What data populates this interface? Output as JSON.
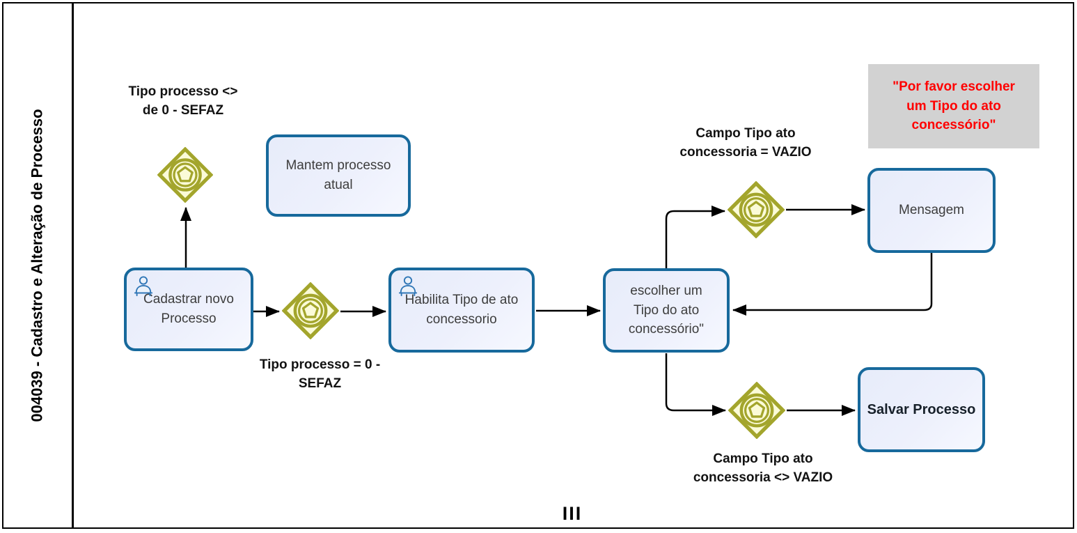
{
  "lane": {
    "title": "004039 - Cadastro e Alteração de Processo"
  },
  "pool": {
    "marker": "III"
  },
  "nodes": {
    "mantem": {
      "label": "Mantem processo atual"
    },
    "cadastrar": {
      "label": "Cadastrar novo Processo",
      "icon": "user-icon"
    },
    "habilita": {
      "label": "Habilita Tipo de ato concessorio",
      "icon": "user-icon"
    },
    "escolher": {
      "label": "escolher um Tipo do ato concessório\""
    },
    "mensagem": {
      "label": "Mensagem"
    },
    "salvar": {
      "label": "Salvar Processo"
    }
  },
  "gateways": [
    {
      "id": "gw1",
      "icon": "event-gateway-icon"
    },
    {
      "id": "gw2",
      "icon": "event-gateway-icon"
    },
    {
      "id": "gw3",
      "icon": "event-gateway-icon"
    },
    {
      "id": "gw4",
      "icon": "event-gateway-icon"
    }
  ],
  "edge_labels": {
    "gw1": [
      "Tipo processo <>",
      "de 0 - SEFAZ"
    ],
    "gw2": [
      "Tipo processo  = 0 -",
      "SEFAZ"
    ],
    "gw3": [
      "Campo Tipo ato",
      "concessoria = VAZIO"
    ],
    "gw4": [
      "Campo Tipo ato",
      "concessoria <> VAZIO"
    ]
  },
  "annotation": {
    "lines": [
      "\"Por favor escolher",
      "um Tipo do ato",
      "concessório\""
    ]
  },
  "colors": {
    "task_border": "#17699c",
    "task_fill": "#e9edfb",
    "gateway_stroke": "#a3a52c",
    "gateway_fill": "#fbfbd8",
    "annotation_bg": "#d2d2d2",
    "annotation_text": "#ff0000",
    "flow_line": "#000000"
  }
}
